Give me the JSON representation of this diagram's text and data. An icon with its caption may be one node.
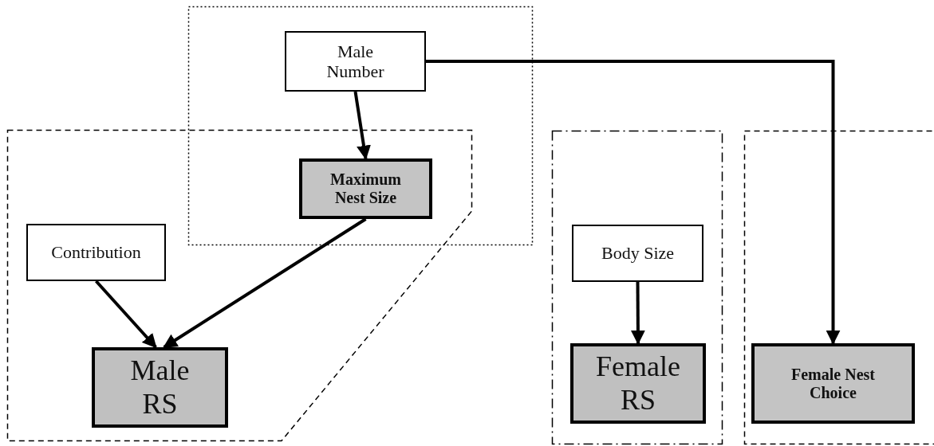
{
  "diagram": {
    "nodes": [
      {
        "text": [],
        "shape": "box"
      },
      {
        "text": [
          "Male Number"
        ],
        "in": 0
      },
      {
        "text": [],
        "shape": "box"
      },
      {
        "text": [
          "Maximum Nest Size"
        ]
      },
      {
        "text": [
          "Contribution"
        ],
        "in": 2
      },
      {
        "text": [
          "Male RS"
        ],
        "in": 2
      },
      {
        "text": [],
        "shape": "box"
      },
      {
        "text": [
          "Body Size"
        ],
        "in": 6
      },
      {
        "text": [
          "Female RS"
        ],
        "in": 6
      },
      {
        "text": [],
        "shape": "box"
      },
      {
        "text": [
          "Female Nest Choice"
        ],
        "in": 9
      }
    ],
    "edges": [
      {
        "from": 1,
        "to": 3,
        "arrow": "to"
      },
      {
        "from": 4,
        "to": 5,
        "arrow": "to"
      },
      {
        "from": 3,
        "to": 5,
        "arrow": "to"
      },
      {
        "from": 7,
        "to": 8,
        "arrow": "to"
      },
      {
        "from": 1,
        "to": 10,
        "arrow": "to"
      }
    ]
  }
}
